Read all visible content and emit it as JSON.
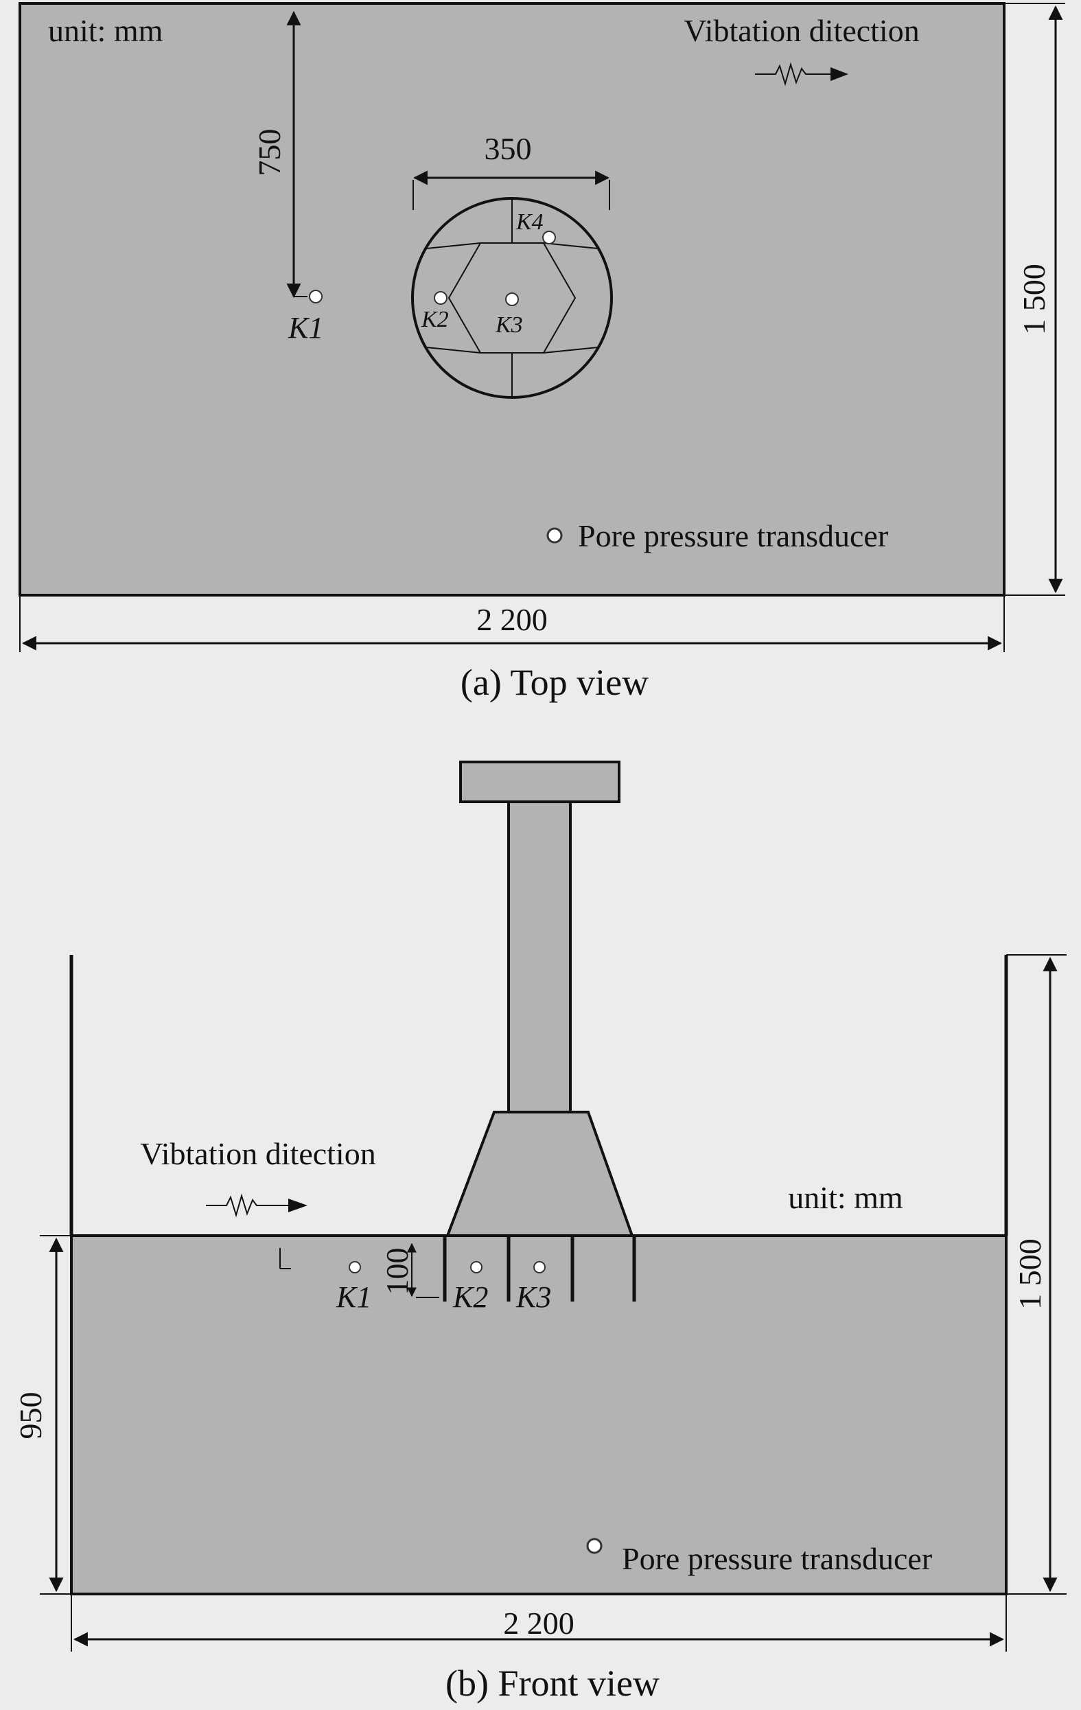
{
  "top_view": {
    "unit_label": "unit: mm",
    "vibration_label": "Vibtation ditection",
    "width_dim": "2 200",
    "height_dim": "1 500",
    "k1_offset_dim": "750",
    "pile_diameter_dim": "350",
    "legend_label": "Pore pressure transducer",
    "caption": "(a) Top view",
    "sensors": [
      {
        "label": "K1"
      },
      {
        "label": "K2"
      },
      {
        "label": "K3"
      },
      {
        "label": "K4"
      }
    ]
  },
  "front_view": {
    "unit_label": "unit: mm",
    "vibration_label": "Vibtation ditection",
    "width_dim": "2 200",
    "height_dim": "1 500",
    "soil_depth_dim": "950",
    "sensor_depth_dim": "100",
    "legend_label": "Pore pressure transducer",
    "caption": "(b) Front view",
    "sensors": [
      {
        "label": "K1"
      },
      {
        "label": "K2"
      },
      {
        "label": "K3"
      }
    ]
  },
  "colors": {
    "soil": "#b3b3b3",
    "background": "#ececec",
    "line": "#111111"
  }
}
